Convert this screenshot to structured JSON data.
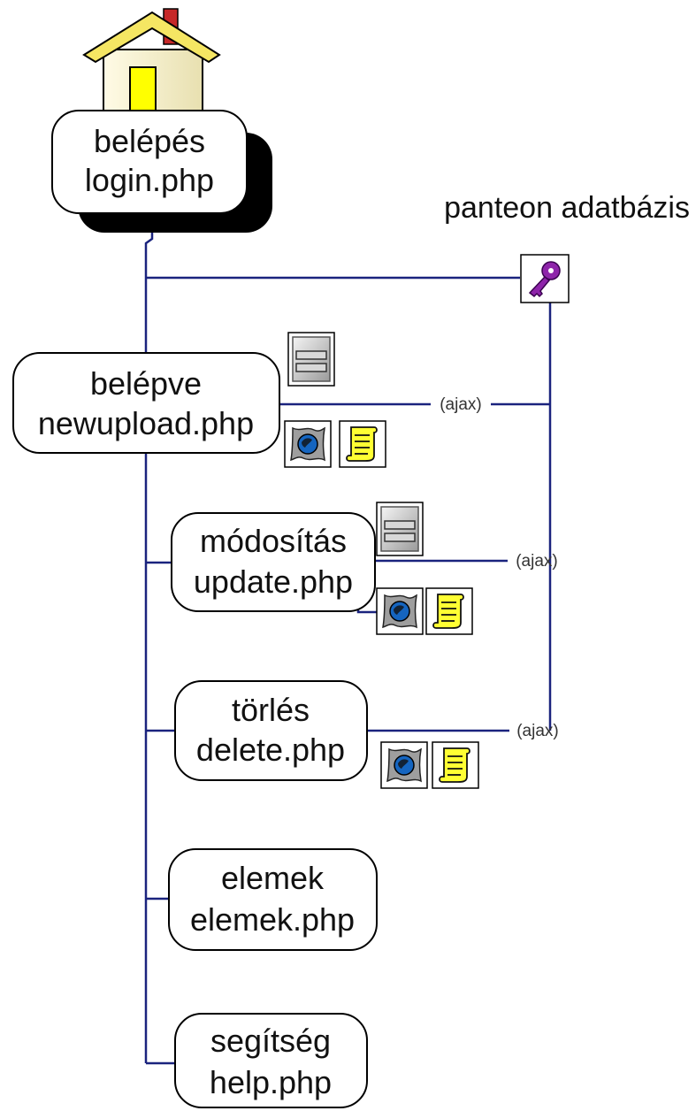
{
  "database": {
    "label": "panteon adatbázis"
  },
  "nodes": {
    "login": {
      "line1": "belépés",
      "line2": "login.php"
    },
    "newupload": {
      "line1": "belépve",
      "line2": "newupload.php"
    },
    "update": {
      "line1": "módosítás",
      "line2": "update.php"
    },
    "delete": {
      "line1": "törlés",
      "line2": "delete.php"
    },
    "elemek": {
      "line1": "elemek",
      "line2": "elemek.php"
    },
    "help": {
      "line1": "segítség",
      "line2": "help.php"
    }
  },
  "connections": {
    "newupload_ajax": "(ajax)",
    "update_ajax": "(ajax)",
    "delete_ajax": "(ajax)"
  },
  "icons": {
    "home": "house-icon",
    "database": "key-icon",
    "form": "form-icon",
    "globe": "globe-icon",
    "script": "script-icon"
  },
  "colors": {
    "line": "#1a237e",
    "key": "#8e24aa",
    "house_roof": "#f5e663",
    "house_door": "#ffff00",
    "chimney": "#c62828",
    "script": "#ffff33"
  }
}
